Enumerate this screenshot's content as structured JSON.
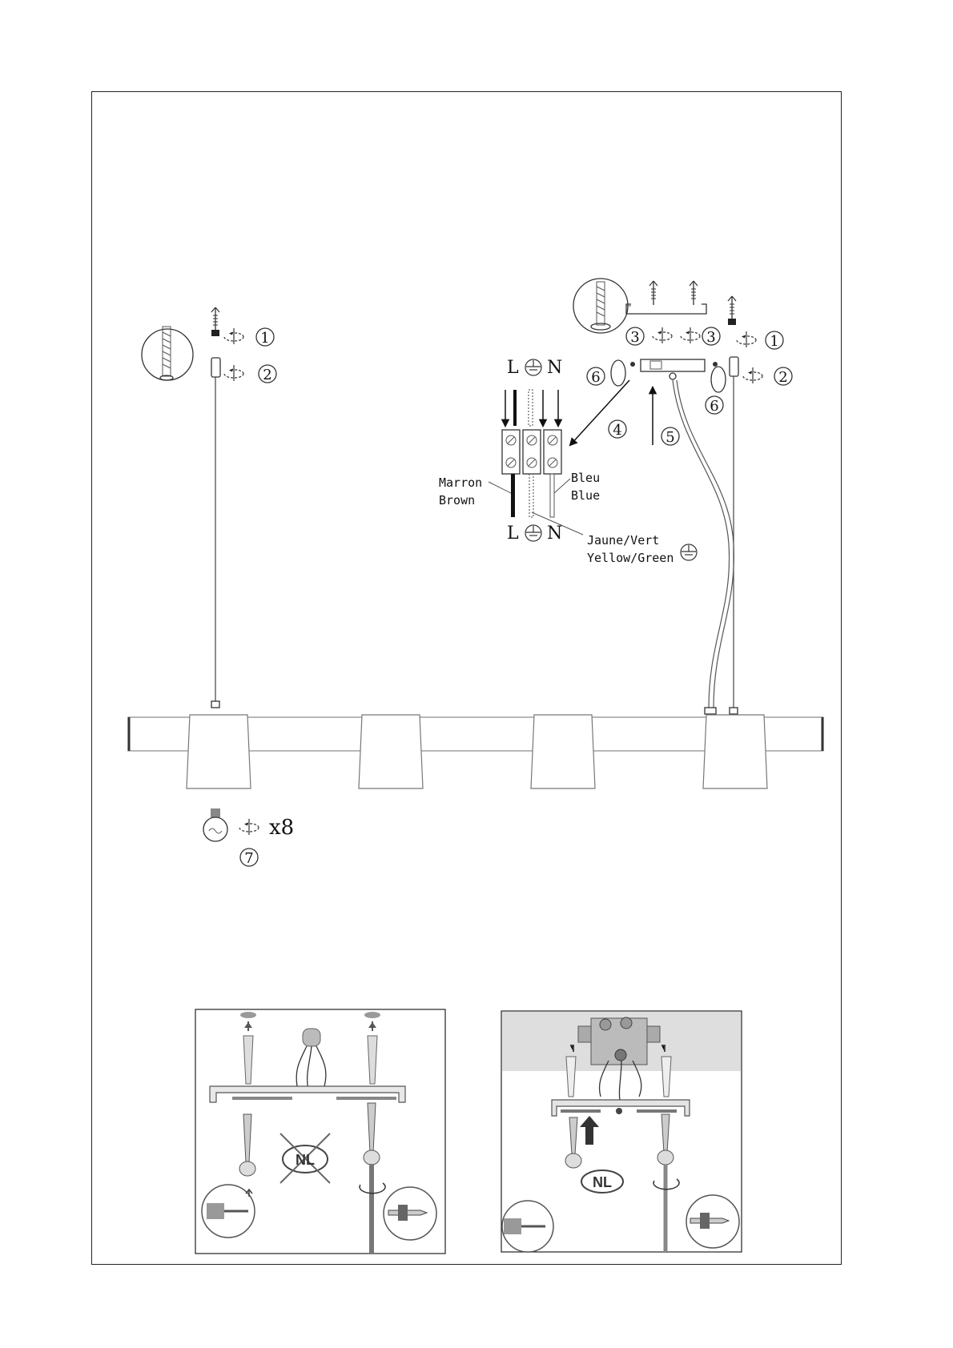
{
  "steps": {
    "s1": "1",
    "s2": "2",
    "s3": "3",
    "s4": "4",
    "s5": "5",
    "s6": "6",
    "s7": "7"
  },
  "bulb_count": "x8",
  "wiring": {
    "live": "L",
    "neutral": "N",
    "brown_fr": "Marron",
    "brown_en": "Brown",
    "blue_fr": "Bleu",
    "blue_en": "Blue",
    "earth_fr": "Jaune/Vert",
    "earth_en": "Yellow/Green"
  },
  "panels": {
    "left_badge": "NL",
    "right_badge": "NL"
  },
  "icons": [
    "screw-icon",
    "rotate-icon",
    "earth-symbol-icon",
    "bulb-icon",
    "screwdriver-icon",
    "crossed-out-icon"
  ]
}
